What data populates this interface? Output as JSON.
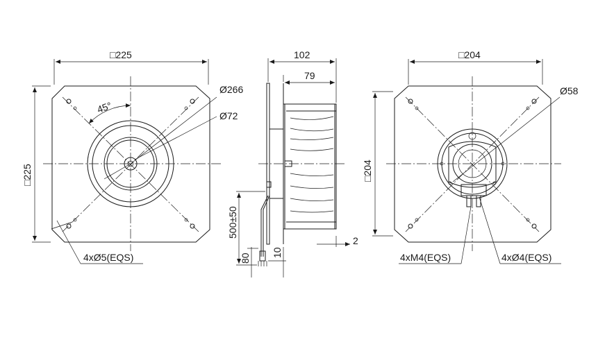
{
  "front_view": {
    "frame_size": "□225",
    "frame_size_v": "□225",
    "impeller_diameter": "Ø266",
    "hub_diameter": "Ø72",
    "angle": "45°",
    "mount_holes": "4xØ5(EQS)"
  },
  "side_view": {
    "total_depth": "102",
    "impeller_depth": "79",
    "cable_length": "500±50",
    "strip_length": "80",
    "wire_strip": "10",
    "offset": "2"
  },
  "rear_view": {
    "frame_size": "□204",
    "frame_size_v": "□204",
    "motor_diameter": "Ø58",
    "motor_screws": "4xM4(EQS)",
    "motor_holes": "4xØ4(EQS)"
  },
  "colors": {
    "line": "#1a1a1a",
    "background": "#ffffff"
  }
}
